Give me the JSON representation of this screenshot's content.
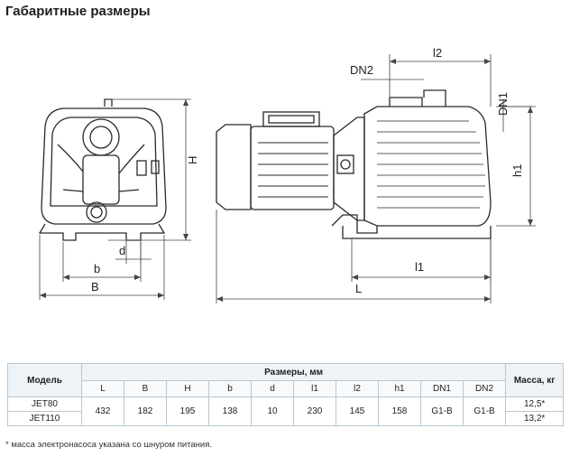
{
  "title": "Габаритные размеры",
  "drawing_labels": {
    "H": "H",
    "b": "b",
    "B": "B",
    "d": "d",
    "DN2": "DN2",
    "l2": "l2",
    "DN1": "DN1",
    "h1": "h1",
    "l1": "l1",
    "L": "L"
  },
  "table": {
    "model_header": "Модель",
    "dims_header": "Размеры, мм",
    "mass_header": "Масса, кг",
    "columns": [
      "L",
      "B",
      "H",
      "b",
      "d",
      "l1",
      "l2",
      "h1",
      "DN1",
      "DN2"
    ],
    "models": [
      "JET80",
      "JET110"
    ],
    "values": [
      "432",
      "182",
      "195",
      "138",
      "10",
      "230",
      "145",
      "158",
      "G1-B",
      "G1-B"
    ],
    "masses": [
      "12,5*",
      "13,2*"
    ]
  },
  "footnote": "* масса электронасоса указана со шнуром питания."
}
